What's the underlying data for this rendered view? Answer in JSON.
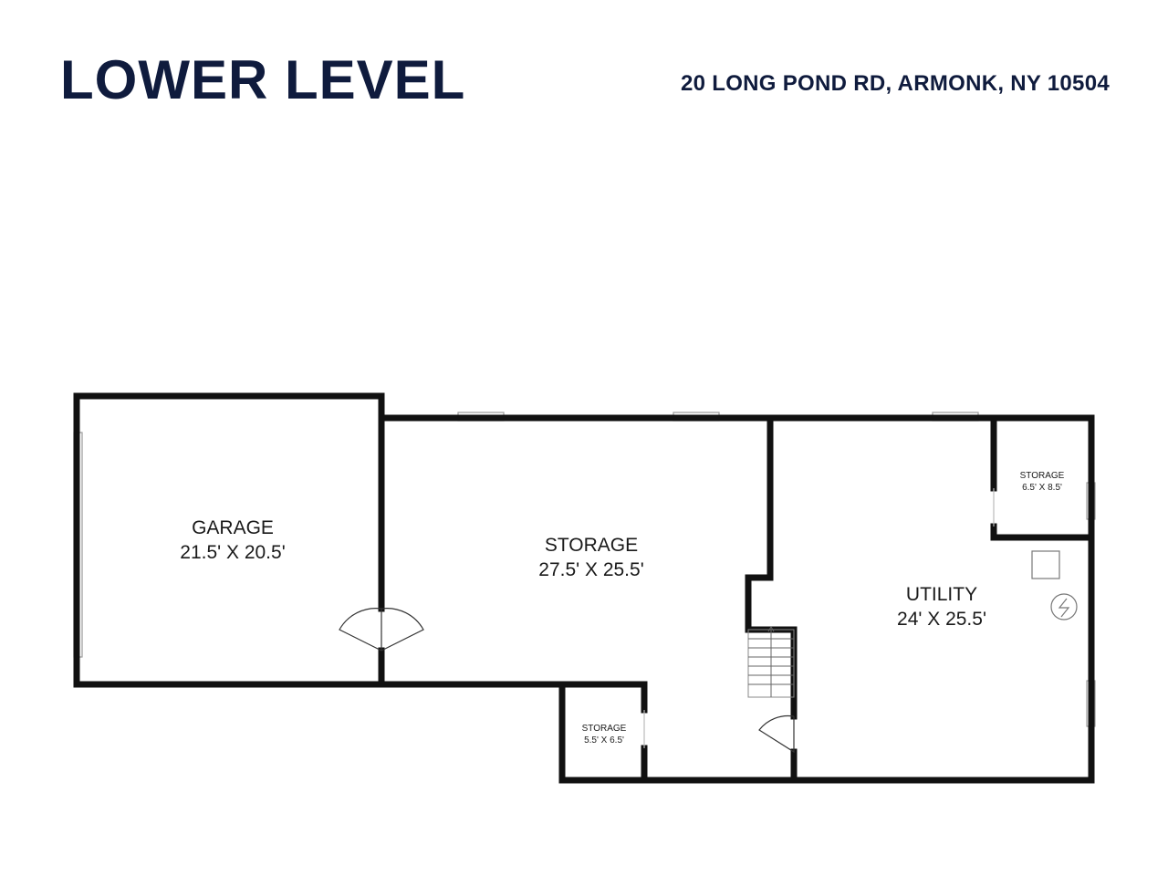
{
  "header": {
    "title": "LOWER LEVEL",
    "address": "20 LONG POND RD, ARMONK, NY 10504"
  },
  "colors": {
    "title": "#0f1b3d",
    "wall": "#111111",
    "window": "#bfbfbf"
  },
  "rooms": {
    "garage": {
      "name": "GARAGE",
      "dims": "21.5' X 20.5'"
    },
    "storage_main": {
      "name": "STORAGE",
      "dims": "27.5' X 25.5'"
    },
    "utility": {
      "name": "UTILITY",
      "dims": "24' X 25.5'"
    },
    "storage_ne": {
      "name": "STORAGE",
      "dims": "6.5' X 8.5'"
    },
    "storage_s": {
      "name": "STORAGE",
      "dims": "5.5' X 6.5'"
    }
  }
}
